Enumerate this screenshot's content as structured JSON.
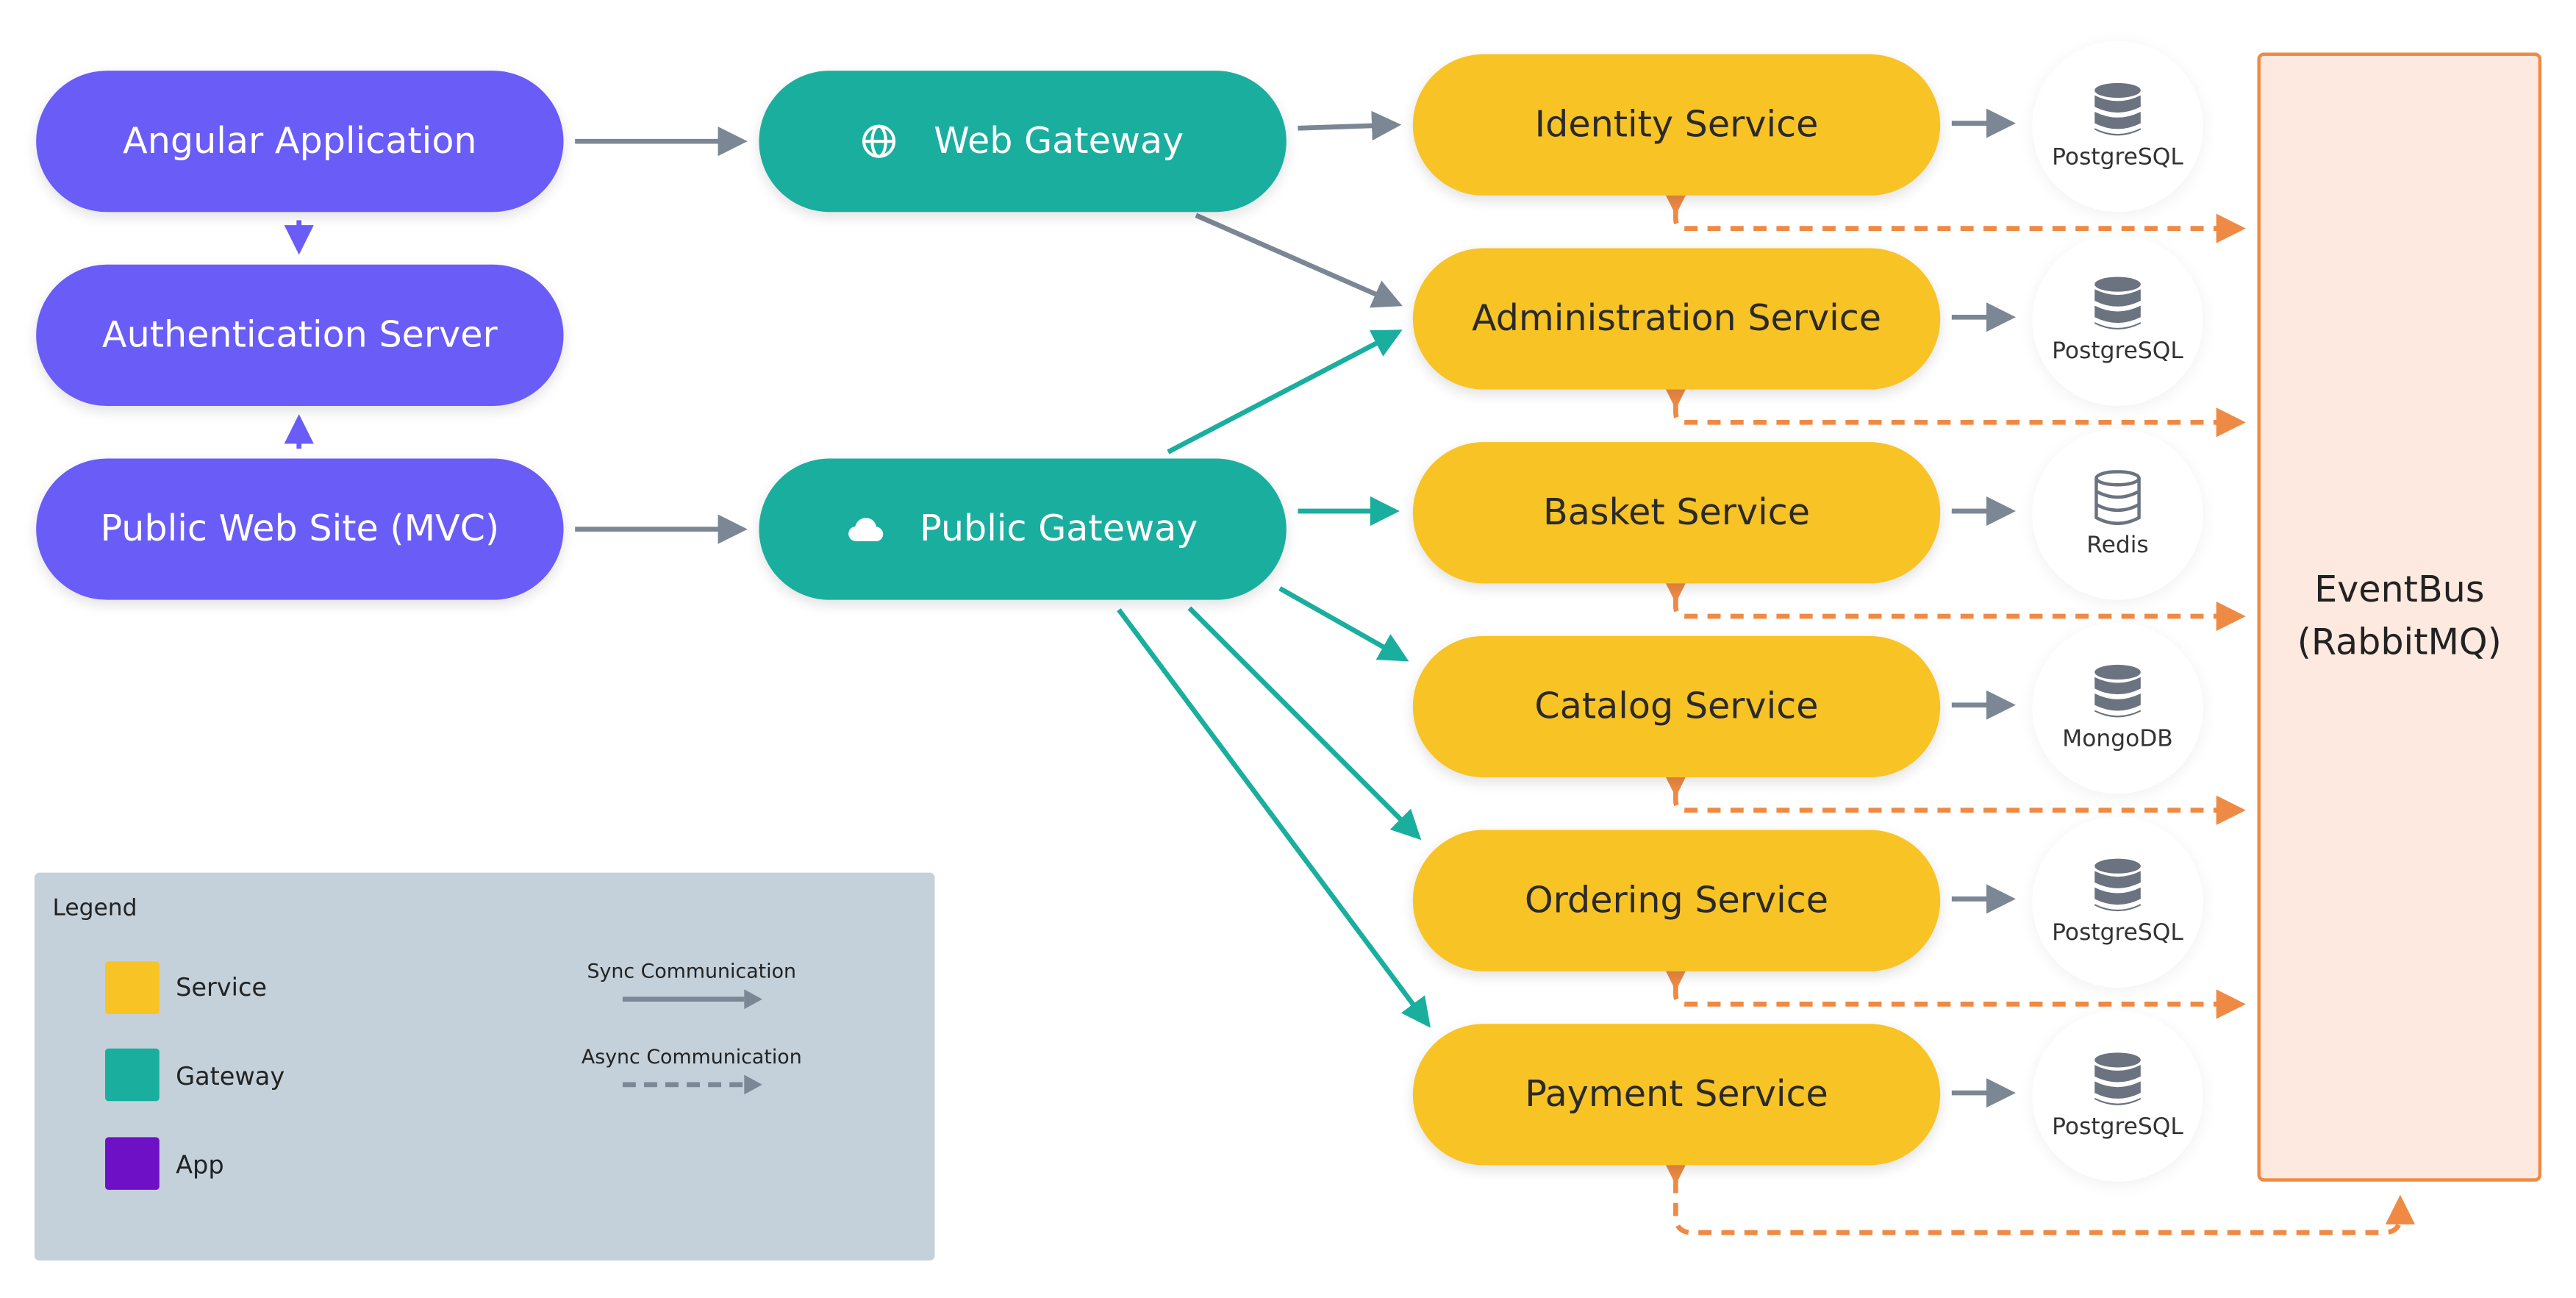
{
  "nodes": {
    "angular_app": "Angular Application",
    "auth_server": "Authentication Server",
    "public_site": "Public Web Site (MVC)",
    "web_gateway": "Web Gateway",
    "public_gateway": "Public Gateway",
    "identity": "Identity Service",
    "administration": "Administration Service",
    "basket": "Basket Service",
    "catalog": "Catalog Service",
    "ordering": "Ordering Service",
    "payment": "Payment Service"
  },
  "databases": {
    "identity": "PostgreSQL",
    "administration": "PostgreSQL",
    "basket": "Redis",
    "catalog": "MongoDB",
    "ordering": "PostgreSQL",
    "payment": "PostgreSQL"
  },
  "eventbus": {
    "line1": "EventBus",
    "line2": "(RabbitMQ)"
  },
  "legend": {
    "title": "Legend",
    "service": "Service",
    "gateway": "Gateway",
    "app": "App",
    "sync": "Sync Communication",
    "async": "Async Communication"
  },
  "colors": {
    "app": "#6a5cf7",
    "gateway": "#1aae9f",
    "service": "#f8c325",
    "legend_app": "#6e10c6",
    "sync_arrow": "#7b8794",
    "async_arrow": "#ef8a45",
    "eventbus_fill": "#fde9df"
  },
  "icons": {
    "web_gateway": "globe-icon",
    "public_gateway": "cloud-icon",
    "database": "database-icon"
  }
}
